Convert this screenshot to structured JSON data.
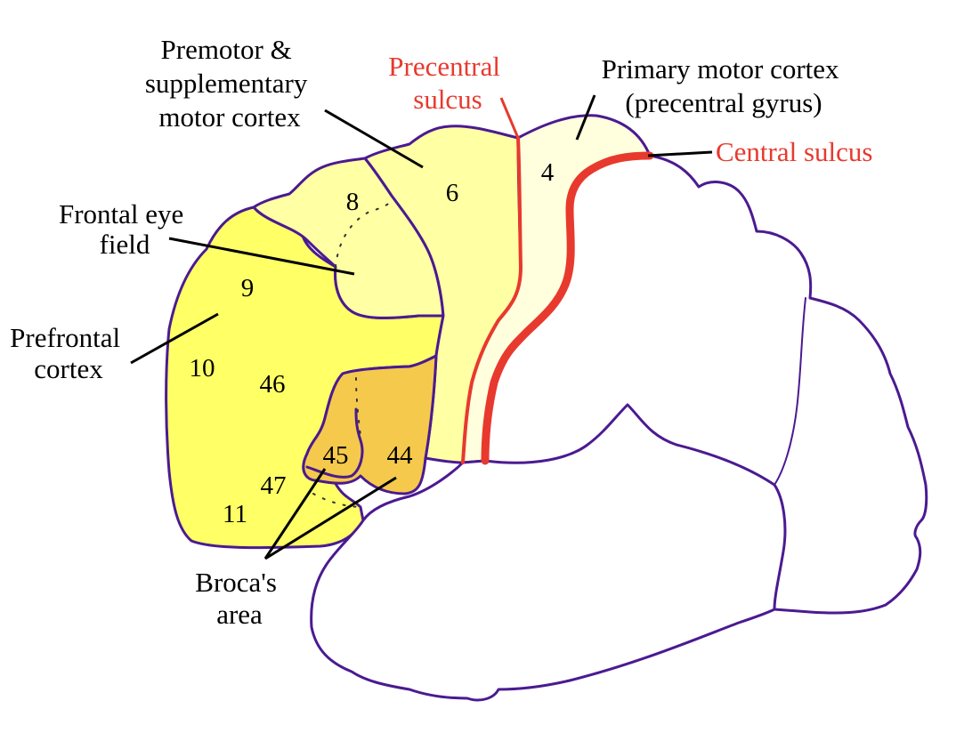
{
  "colors": {
    "outline": "#4b1a91",
    "prefrontal_fill": "#ffff66",
    "premotor_fill": "#ffffa3",
    "frontal_eye_fill": "#ffffa3",
    "motor_fill": "#ffffdd",
    "broca_fill": "#f5c94b",
    "sulcus": "#e8392e",
    "label_black": "#000000",
    "label_red": "#e8392e"
  },
  "labels": {
    "premotor": [
      "Premotor &",
      "supplementary",
      "motor cortex"
    ],
    "precentral_sulcus": [
      "Precentral",
      "sulcus"
    ],
    "primary_motor": [
      "Primary motor cortex",
      "(precentral gyrus)"
    ],
    "central_sulcus": "Central sulcus",
    "frontal_eye": [
      "Frontal eye",
      "field"
    ],
    "prefrontal": [
      "Prefrontal",
      "cortex"
    ],
    "broca": [
      "Broca's",
      "area"
    ]
  },
  "areas": {
    "a4": "4",
    "a6": "6",
    "a8": "8",
    "a9": "9",
    "a10": "10",
    "a46": "46",
    "a45": "45",
    "a44": "44",
    "a47": "47",
    "a11": "11"
  }
}
